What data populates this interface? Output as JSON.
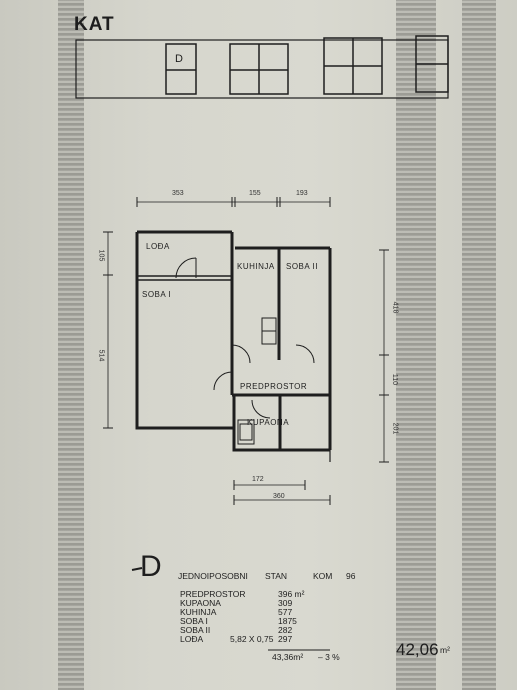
{
  "header": {
    "title": "KAT",
    "unit_marker": "D"
  },
  "plan": {
    "rooms": {
      "loda": "LOĐA",
      "soba1": "SOBA I",
      "kuhinja": "KUHINJA",
      "soba2": "SOBA II",
      "predprostor": "PREDPROSTOR",
      "kupaona": "KUPAONA"
    },
    "dims": {
      "top1": "353",
      "top2": "155",
      "top3": "193",
      "left1": "105",
      "left2": "514",
      "right1": "418",
      "right2": "110",
      "right3": "201",
      "bottom1": "172",
      "bottom2": "360"
    }
  },
  "legend": {
    "letter": "D",
    "type": "JEDNOIPOSOBNI",
    "stan": "STAN",
    "kom_label": "KOM",
    "kom_value": "96",
    "rows": [
      {
        "name": "PREDPROSTOR",
        "value": "396 m²"
      },
      {
        "name": "KUPAONA",
        "value": "309"
      },
      {
        "name": "KUHINJA",
        "value": "577"
      },
      {
        "name": "SOBA   I",
        "value": "1875"
      },
      {
        "name": "SOBA   II",
        "value": "282"
      },
      {
        "name": "LOĐA",
        "value": "297"
      }
    ],
    "loda_calc": "5,82 X 0,75",
    "sum": "43,36m²",
    "pct": "– 3 %",
    "total": "42,06",
    "total_unit": "m²"
  }
}
